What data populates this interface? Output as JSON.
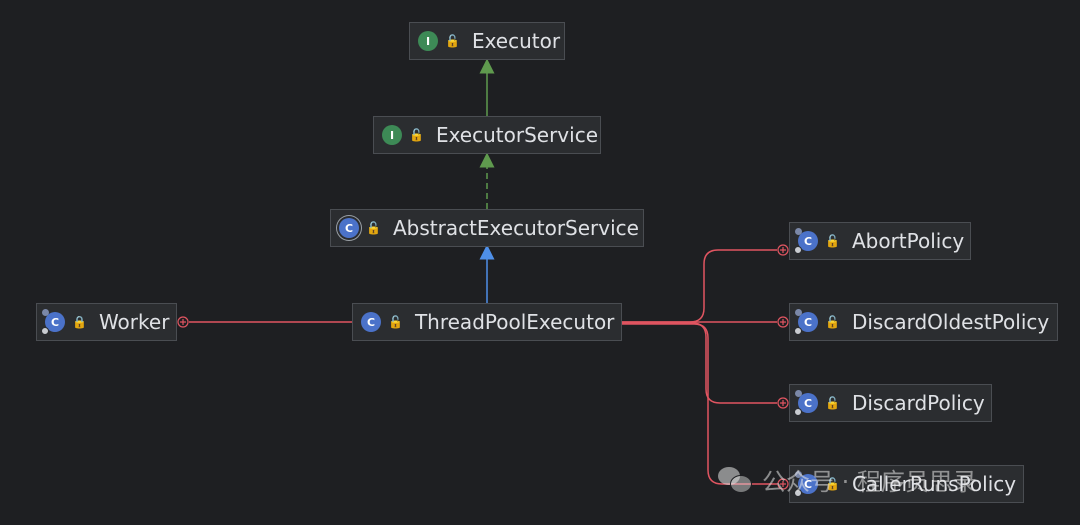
{
  "colors": {
    "background": "#1e1f22",
    "node_fill": "#2b2d30",
    "node_border": "#4a4d52",
    "extends_interface": "#5f9a4e",
    "implements": "#5f9a4e",
    "extends_class": "#4e8fe8",
    "inner_class": "#e05561"
  },
  "nodes": {
    "executor": {
      "kind": "interface",
      "icon": "I",
      "visibility": "public",
      "label": "Executor"
    },
    "executor_service": {
      "kind": "interface",
      "icon": "I",
      "visibility": "public",
      "label": "ExecutorService"
    },
    "abstract_executor_service": {
      "kind": "abstract-class",
      "icon": "C",
      "visibility": "public",
      "label": "AbstractExecutorService"
    },
    "thread_pool_executor": {
      "kind": "class",
      "icon": "C",
      "visibility": "public",
      "label": "ThreadPoolExecutor"
    },
    "worker": {
      "kind": "inner-class",
      "icon": "C",
      "visibility": "private",
      "label": "Worker"
    },
    "abort_policy": {
      "kind": "inner-class",
      "icon": "C",
      "visibility": "public",
      "label": "AbortPolicy"
    },
    "discard_oldest_policy": {
      "kind": "inner-class",
      "icon": "C",
      "visibility": "public",
      "label": "DiscardOldestPolicy"
    },
    "discard_policy": {
      "kind": "inner-class",
      "icon": "C",
      "visibility": "public",
      "label": "DiscardPolicy"
    },
    "caller_runs_policy": {
      "kind": "inner-class",
      "icon": "C",
      "visibility": "public",
      "label": "CallerRunsPolicy"
    }
  },
  "edges": [
    {
      "from": "executor_service",
      "to": "executor",
      "type": "extends"
    },
    {
      "from": "abstract_executor_service",
      "to": "executor_service",
      "type": "implements"
    },
    {
      "from": "thread_pool_executor",
      "to": "abstract_executor_service",
      "type": "extends"
    },
    {
      "from": "worker",
      "to": "thread_pool_executor",
      "type": "inner"
    },
    {
      "from": "abort_policy",
      "to": "thread_pool_executor",
      "type": "inner"
    },
    {
      "from": "discard_oldest_policy",
      "to": "thread_pool_executor",
      "type": "inner"
    },
    {
      "from": "discard_policy",
      "to": "thread_pool_executor",
      "type": "inner"
    },
    {
      "from": "caller_runs_policy",
      "to": "thread_pool_executor",
      "type": "inner"
    }
  ],
  "watermark": {
    "text": "公众号 · 程序员思录",
    "icon": "wechat-icon"
  }
}
